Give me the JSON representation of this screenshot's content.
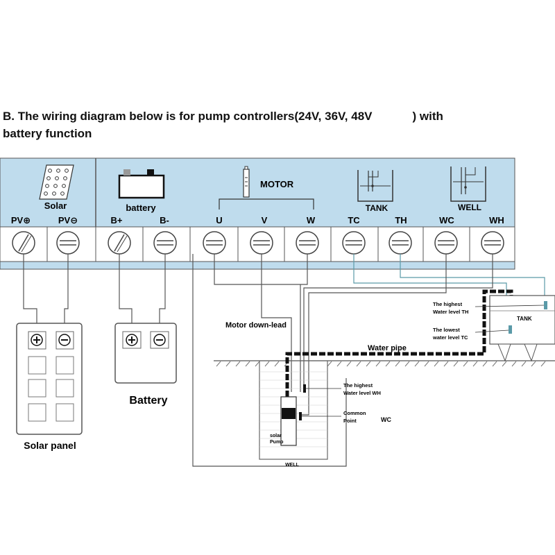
{
  "title": {
    "line1_a": "B. The wiring diagram below is for pump controllers(24V, 36V, 48V",
    "line1_b": ") with",
    "line2": "battery function"
  },
  "panel": {
    "solar_label": "Solar",
    "battery_label": "battery",
    "motor_label": "MOTOR",
    "tank_label": "TANK",
    "well_label": "WELL",
    "terminals": [
      "PV⊕",
      "PV⊖",
      "B+",
      "B-",
      "U",
      "V",
      "W",
      "TC",
      "TH",
      "WC",
      "WH"
    ]
  },
  "devices": {
    "solar_panel": "Solar panel",
    "battery": "Battery"
  },
  "field": {
    "motor_down_lead": "Motor down-lead",
    "water_pipe": "Water pipe",
    "tank_label": "TANK",
    "tank_highest_1": "The highest",
    "tank_highest_2": "Water level  TH",
    "tank_lowest_1": "The lowest",
    "tank_lowest_2": "water level  TC",
    "well_highest_1": "The highest",
    "well_highest_2": "Water level  WH",
    "common_1": "Common",
    "common_2": "Point",
    "wc": "WC",
    "solar_pump_1": "solar",
    "solar_pump_2": "Pump",
    "well": "WELL"
  },
  "colors": {
    "panel_bg": "#bfdced",
    "panel_line": "#555555",
    "wire": "#555555",
    "sensor_wire": "#5a9aa8",
    "pipe": "#111111"
  }
}
